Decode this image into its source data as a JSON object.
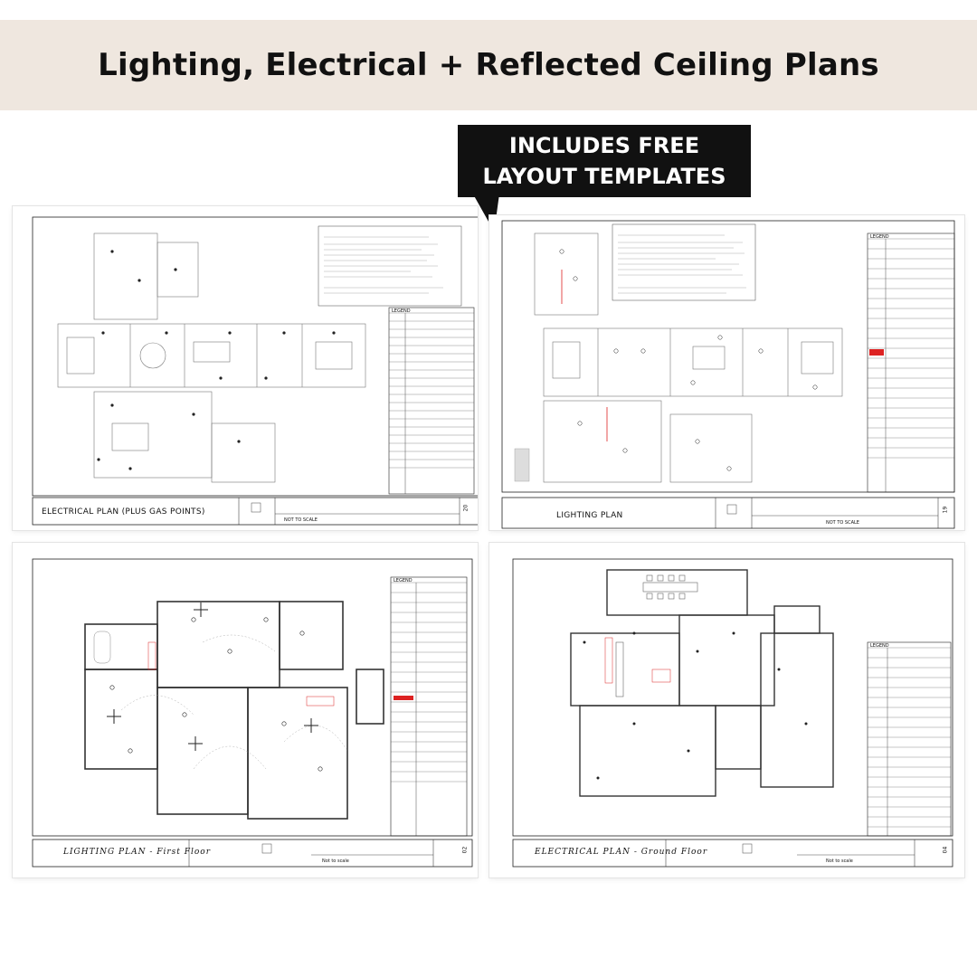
{
  "header": {
    "title": "Lighting, Electrical + Reflected Ceiling Plans",
    "badge_line1": "INCLUDES FREE",
    "badge_line2": "LAYOUT TEMPLATES"
  },
  "colors": {
    "banner_bg": "#efe7df",
    "badge_bg": "#111111",
    "annotation_red": "#d22222"
  },
  "sheets": [
    {
      "plan_title": "ELECTRICAL PLAN (PLUS GAS POINTS)",
      "scale_note": "NOT TO SCALE",
      "sheet_number": "20",
      "legend_title": "LEGEND"
    },
    {
      "plan_title": "LIGHTING PLAN",
      "scale_note": "NOT TO SCALE",
      "sheet_number": "19",
      "legend_title": "LEGEND"
    },
    {
      "plan_title": "LIGHTING PLAN - First Floor",
      "scale_note": "Not to scale",
      "sheet_number": "02",
      "legend_title": "LEGEND"
    },
    {
      "plan_title": "ELECTRICAL PLAN - Ground Floor",
      "scale_note": "Not to scale",
      "sheet_number": "04",
      "legend_title": "LEGEND"
    }
  ]
}
